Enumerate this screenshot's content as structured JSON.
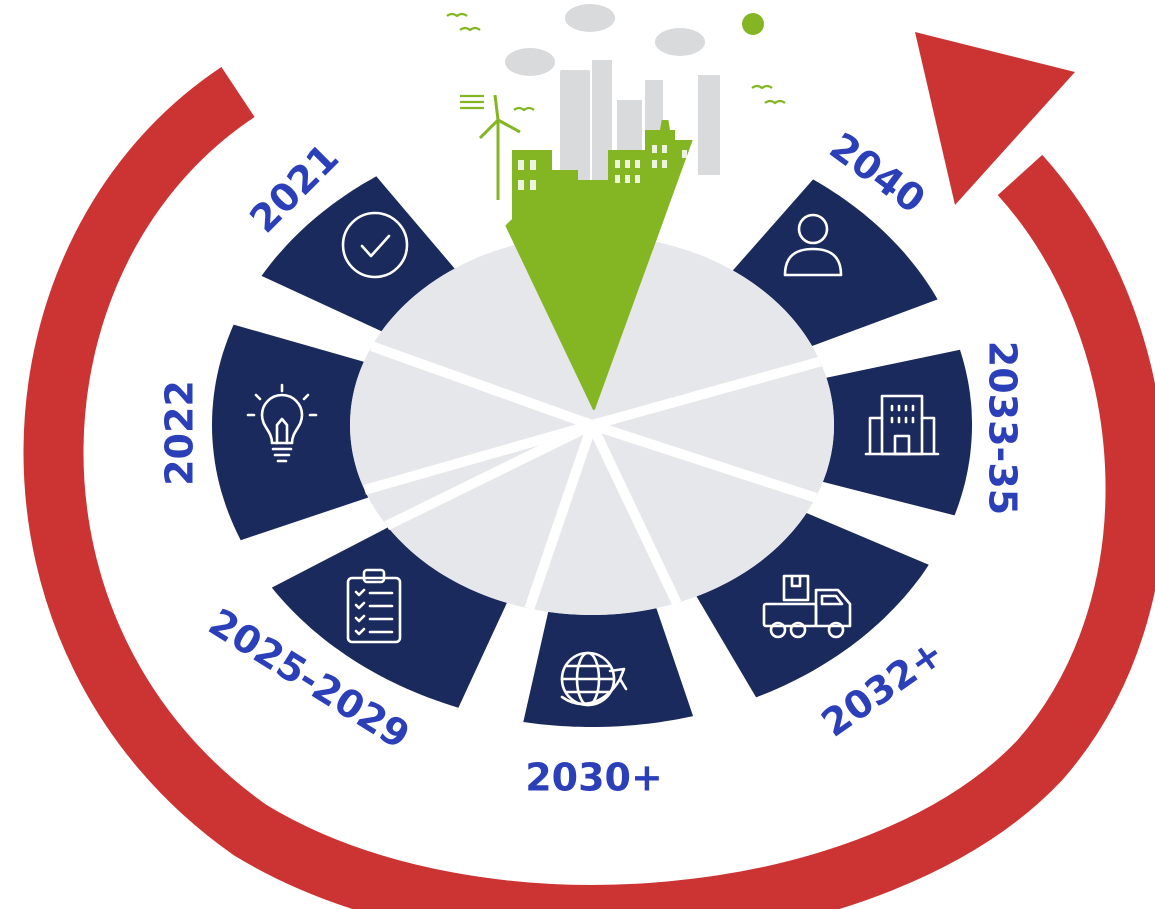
{
  "colors": {
    "segment": "#1b2a5c",
    "inner": "#e6e7ea",
    "arrow": "#cc3434",
    "label": "#2b3fb8",
    "green": "#84b623",
    "city_gray": "#d9dadc"
  },
  "segments": [
    {
      "label": "2021",
      "icon": "check-circle-icon"
    },
    {
      "label": "2022",
      "icon": "lightbulb-icon"
    },
    {
      "label": "2025-2029",
      "icon": "clipboard-checklist-icon"
    },
    {
      "label": "2030+",
      "icon": "globe-arrow-icon"
    },
    {
      "label": "2032+",
      "icon": "delivery-truck-icon"
    },
    {
      "label": "2033-35",
      "icon": "office-building-icon"
    },
    {
      "label": "2040",
      "icon": "user-icon"
    }
  ],
  "center_image": "green-city-icon",
  "cycle_arrow": "circular-arrow-icon"
}
